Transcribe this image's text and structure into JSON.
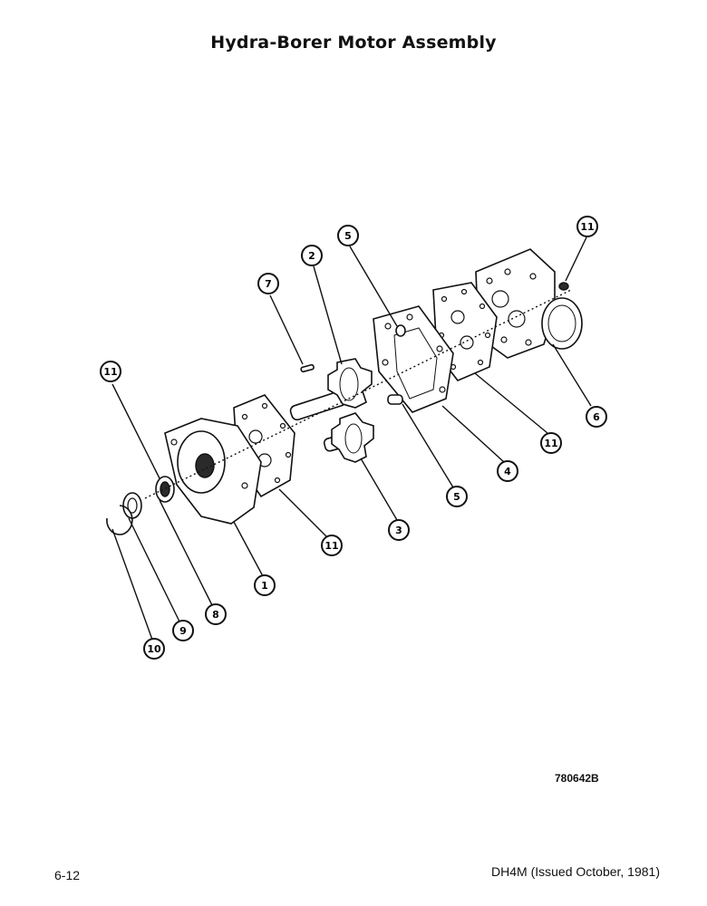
{
  "title": "Hydra-Borer Motor Assembly",
  "drawing_id": "780642B",
  "page_number": "6-12",
  "doc_reference": "DH4M (Issued October, 1981)",
  "callouts": [
    {
      "id": "c-11-top",
      "label": "11"
    },
    {
      "id": "c-5-top",
      "label": "5"
    },
    {
      "id": "c-2",
      "label": "2"
    },
    {
      "id": "c-7",
      "label": "7"
    },
    {
      "id": "c-11-left",
      "label": "11"
    },
    {
      "id": "c-6",
      "label": "6"
    },
    {
      "id": "c-11-right",
      "label": "11"
    },
    {
      "id": "c-4",
      "label": "4"
    },
    {
      "id": "c-5-bottom",
      "label": "5"
    },
    {
      "id": "c-11-mid",
      "label": "11"
    },
    {
      "id": "c-3",
      "label": "3"
    },
    {
      "id": "c-1",
      "label": "1"
    },
    {
      "id": "c-8",
      "label": "8"
    },
    {
      "id": "c-9",
      "label": "9"
    },
    {
      "id": "c-10",
      "label": "10"
    }
  ]
}
